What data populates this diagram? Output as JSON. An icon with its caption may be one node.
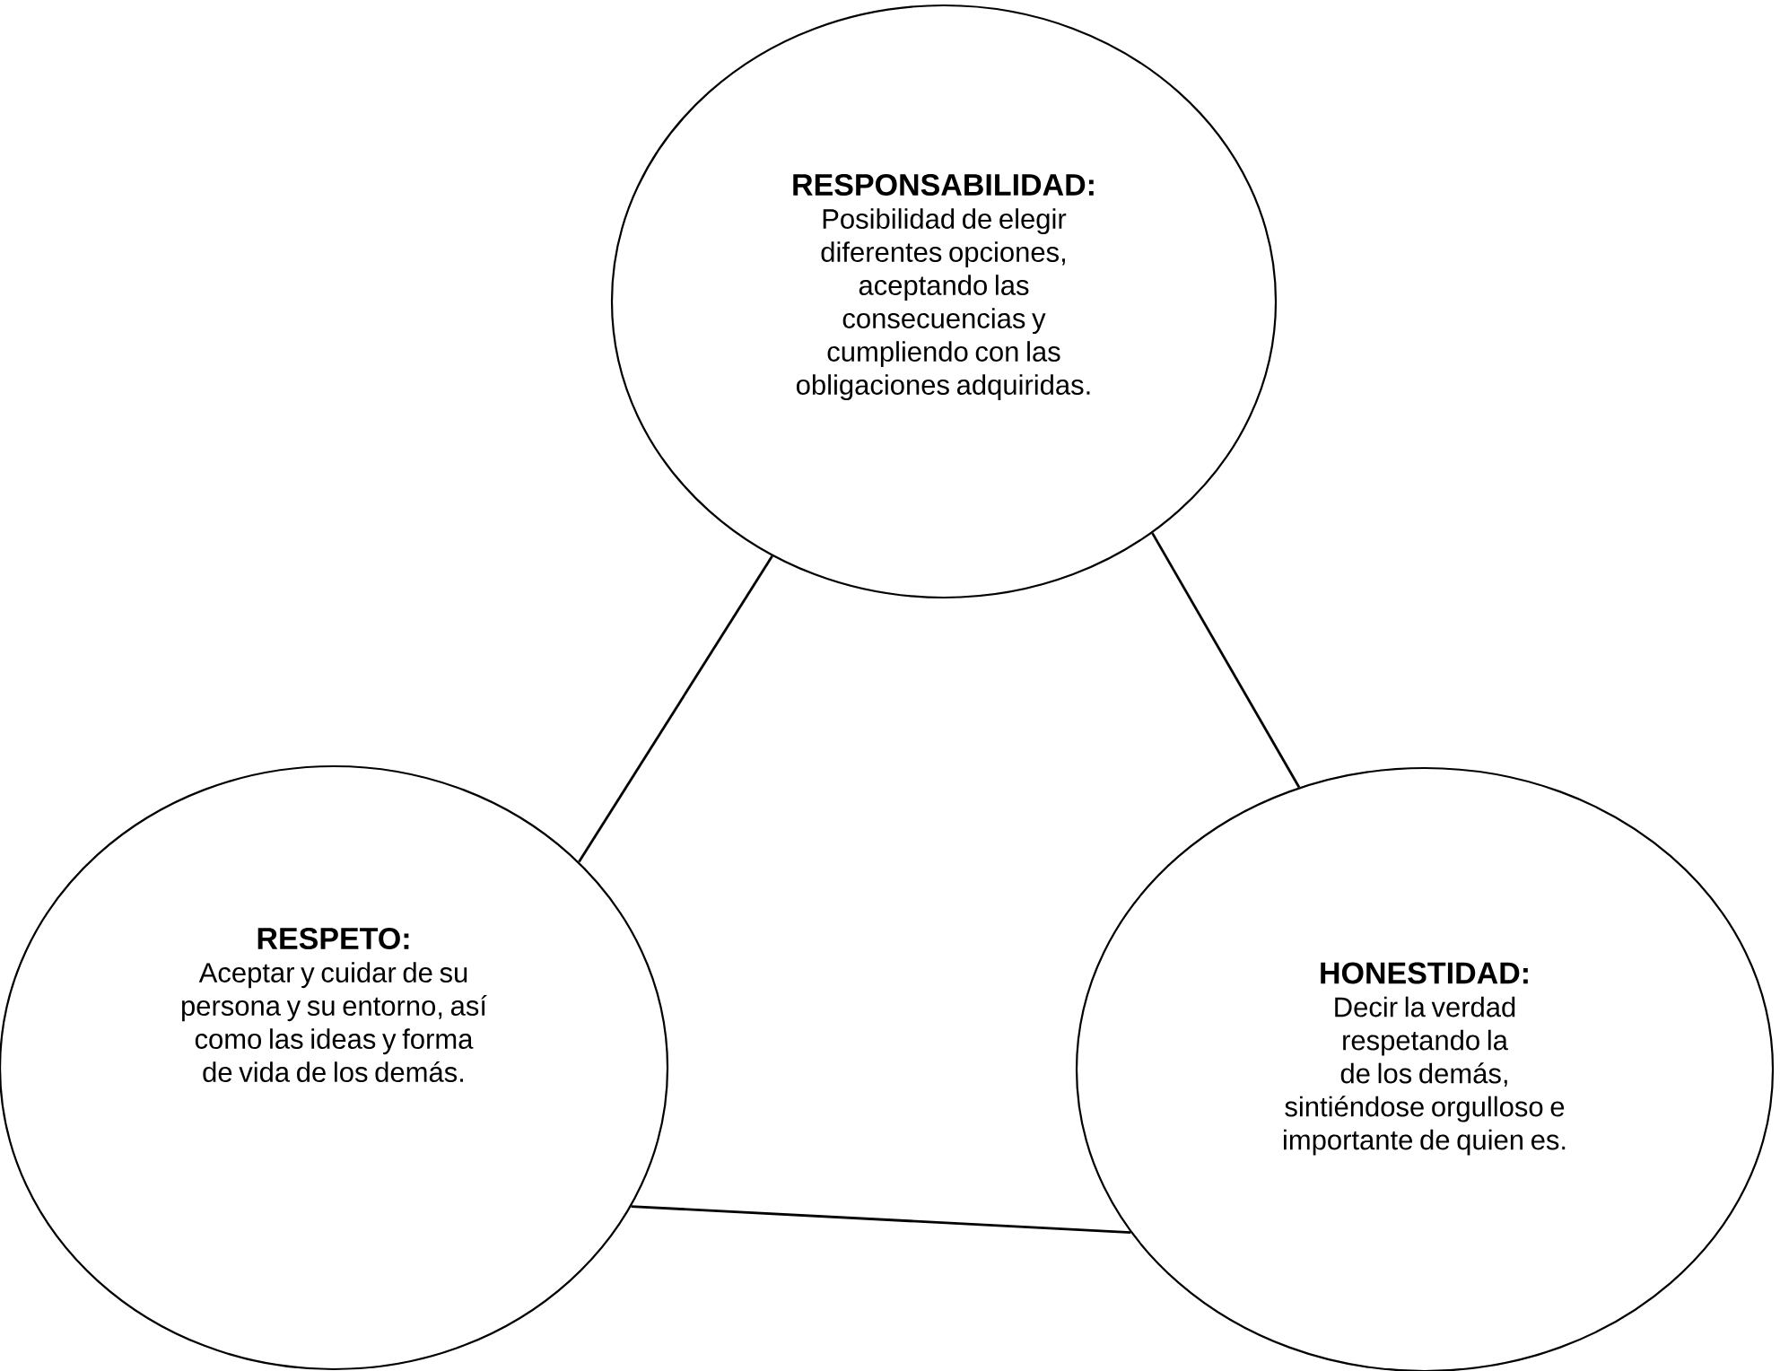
{
  "diagram": {
    "nodes": [
      {
        "text": [
          "RESPONSABILIDAD:",
          "Posibilidad de elegir diferentes opciones, aceptando las consecuencias y cumpliendo con las obligaciones adquiridas."
        ]
      },
      {
        "text": [
          "RESPETO:",
          "Aceptar y cuidar de su persona y su entorno, así como las ideas y forma de vida de los demás."
        ]
      },
      {
        "text": [
          "HONESTIDAD:",
          "Decir la verdad respetando la de los demás, sintiéndose orgulloso e importante de quien es."
        ]
      }
    ],
    "edges": [
      {
        "from": 0,
        "to": 1,
        "arrow": "none"
      },
      {
        "from": 0,
        "to": 2,
        "arrow": "none"
      },
      {
        "from": 1,
        "to": 2,
        "arrow": "none"
      }
    ]
  }
}
